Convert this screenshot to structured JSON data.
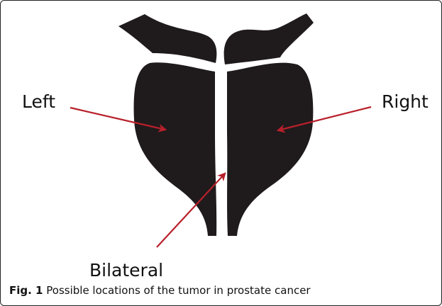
{
  "figure": {
    "labels": {
      "left": "Left",
      "right": "Right",
      "bilateral": "Bilateral"
    },
    "caption": {
      "label": "Fig. 1",
      "text": "Possible locations of the tumor in prostate cancer"
    }
  },
  "colors": {
    "gland": "#1f1a1c",
    "arrow": "#b8202b",
    "frame": "#222222"
  }
}
